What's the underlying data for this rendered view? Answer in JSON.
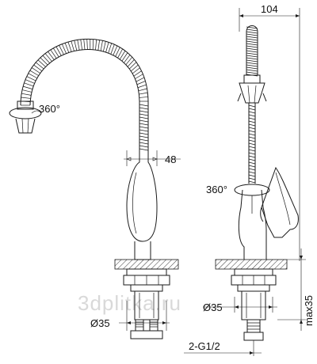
{
  "labels": {
    "swivel_left": "360°",
    "width_48": "48",
    "width_104": "104",
    "swivel_right": "360°",
    "diameter_left": "Ø35",
    "diameter_right": "Ø35",
    "max_thickness": "max35",
    "thread": "2-G1/2"
  },
  "watermark": "3dplitka.ru"
}
